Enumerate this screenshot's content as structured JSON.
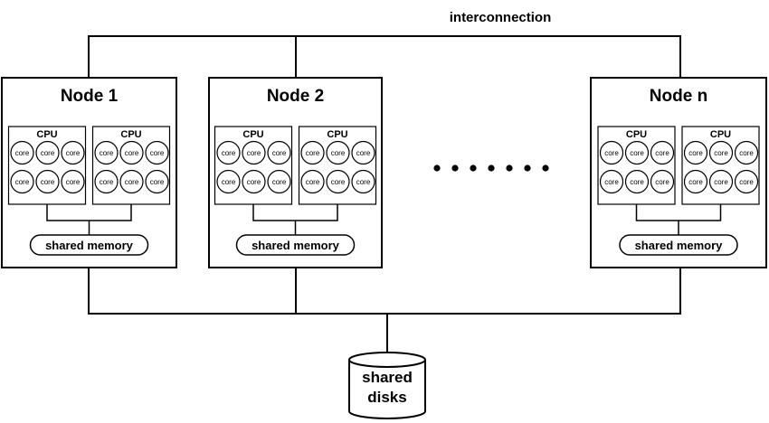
{
  "labels": {
    "interconnection": "interconnection",
    "shared_memory": "shared memory",
    "shared_disks_line1": "shared",
    "shared_disks_line2": "disks",
    "cpu": "CPU",
    "core": "core"
  },
  "nodes": [
    {
      "title": "Node 1"
    },
    {
      "title": "Node 2"
    },
    {
      "title": "Node n"
    }
  ],
  "ellipsis_dot_count": 7,
  "cpus_per_node": 2,
  "cores_per_cpu": 6
}
